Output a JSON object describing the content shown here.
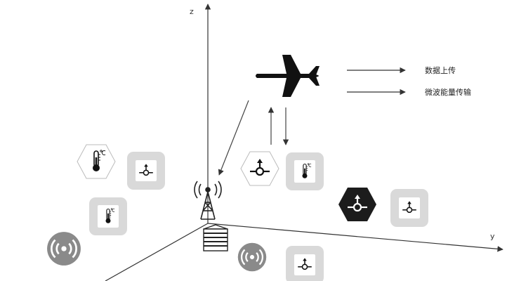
{
  "axes": {
    "z_label": "z",
    "y_label": "y"
  },
  "legend": {
    "items": [
      {
        "label": "数据上传"
      },
      {
        "label": "微波能量传输"
      }
    ]
  },
  "icons": {
    "aircraft": "airplane-icon",
    "tower": "antenna-tower-icon",
    "station": "ground-station-icon",
    "thermometer": "thermometer-icon",
    "sensor_node": "sensor-node-icon",
    "wireless": "wireless-signal-icon"
  },
  "colors": {
    "ink": "#111111",
    "tile": "#d9d9d9",
    "tile_dark": "#1c1c1c",
    "signal": "#8a8a8a",
    "arrow": "#444444"
  }
}
